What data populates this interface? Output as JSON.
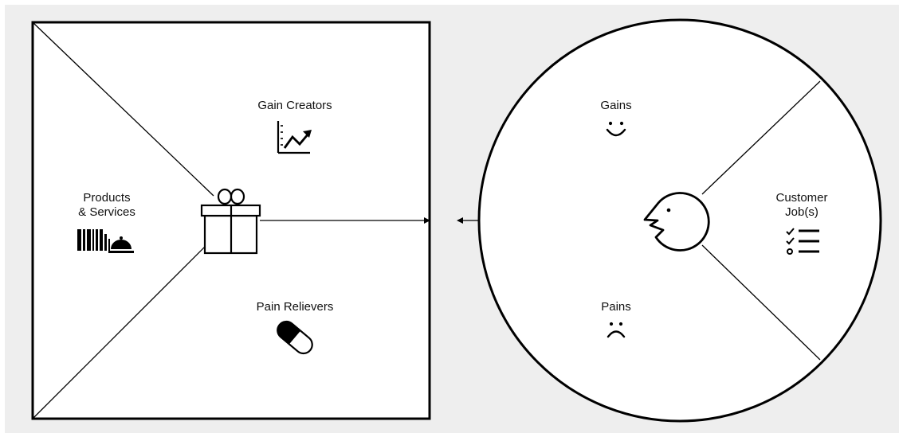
{
  "value_map": {
    "gain_creators": {
      "label": "Gain Creators",
      "icon": "trend-chart-icon"
    },
    "products_services": {
      "label": "Products\n& Services",
      "icon": "barcode-cloche-icon"
    },
    "pain_relievers": {
      "label": "Pain Relievers",
      "icon": "pill-icon"
    },
    "center_icon": "gift-icon"
  },
  "customer_profile": {
    "gains": {
      "label": "Gains",
      "icon": "smile-icon"
    },
    "pains": {
      "label": "Pains",
      "icon": "frown-icon"
    },
    "customer_jobs": {
      "label": "Customer\nJob(s)",
      "icon": "checklist-icon"
    },
    "center_icon": "customer-face-icon"
  },
  "colors": {
    "background": "#eeeeee",
    "canvas": "#ffffff",
    "ink": "#000000"
  }
}
